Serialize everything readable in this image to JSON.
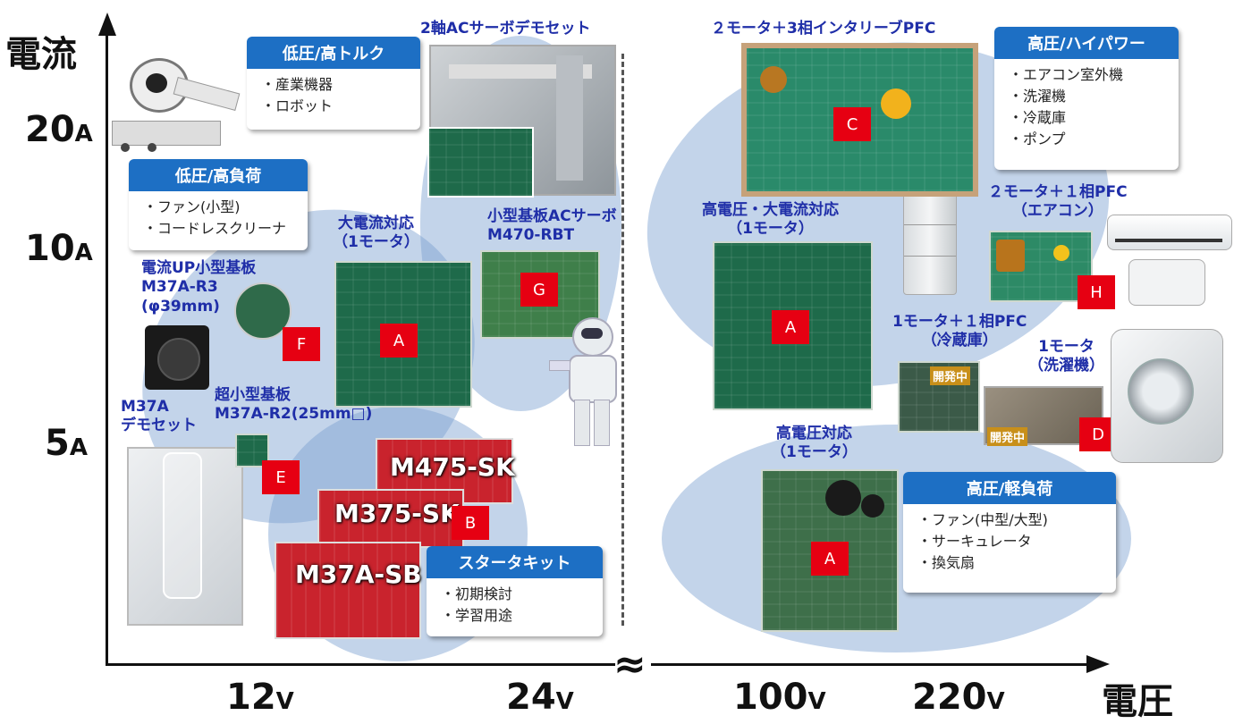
{
  "axes": {
    "y_title": "電流",
    "x_title": "電圧",
    "y_ticks": [
      {
        "num": "20",
        "unit": "A"
      },
      {
        "num": "10",
        "unit": "A"
      },
      {
        "num": "5",
        "unit": "A"
      }
    ],
    "x_ticks": [
      {
        "num": "12",
        "unit": "V"
      },
      {
        "num": "24",
        "unit": "V"
      },
      {
        "num": "100",
        "unit": "V"
      },
      {
        "num": "220",
        "unit": "V"
      }
    ]
  },
  "categories": {
    "low_high_torque": {
      "header": "低圧/高トルク",
      "items": [
        "・産業機器",
        "・ロボット"
      ]
    },
    "low_high_load": {
      "header": "低圧/高負荷",
      "items": [
        "・ファン(小型)",
        "・コードレスクリーナ"
      ]
    },
    "high_high_power": {
      "header": "高圧/ハイパワー",
      "items": [
        "・エアコン室外機",
        "・洗濯機",
        "・冷蔵庫",
        "・ポンプ"
      ]
    },
    "high_light_load": {
      "header": "高圧/軽負荷",
      "items": [
        "・ファン(中型/大型)",
        "・サーキュレータ",
        "・換気扇"
      ]
    },
    "starter_kit": {
      "header": "スタータキット",
      "items": [
        "・初期検討",
        "・学習用途"
      ]
    }
  },
  "labels": {
    "servo_demo": "2軸ACサーボデモセット",
    "two_motor_pfc3": "２モータ＋3相インタリーブPFC",
    "large_current_1": "大電流対応",
    "large_current_2": "（1モータ）",
    "small_ac_servo_1": "小型基板ACサーボ",
    "small_ac_servo_2": "M470-RBT",
    "current_up_1": "電流UP小型基板",
    "current_up_2": "M37A-R3",
    "current_up_3": "(φ39mm)",
    "m37a_demo_1": "M37A",
    "m37a_demo_2": "デモセット",
    "ultra_small_1": "超小型基板",
    "ultra_small_2": "M37A-R2(25mm□)",
    "hv_large_1": "高電圧・大電流対応",
    "hv_large_2": "（1モータ）",
    "two_motor_pfc1_1": "２モータ＋１相PFC",
    "two_motor_pfc1_2": "（エアコン）",
    "one_motor_pfc_1": "1モータ＋１相PFC",
    "one_motor_pfc_2": "（冷蔵庫）",
    "one_motor_wash_1": "1モータ",
    "one_motor_wash_2": "（洗濯機）",
    "hv_1": "高電圧対応",
    "hv_2": "（1モータ）",
    "kit_m475": "M475-SK",
    "kit_m375": "M375-SK",
    "kit_m37a": "M37A-SB",
    "dev_note": "開発中"
  },
  "badges": {
    "a": "A",
    "b": "B",
    "c": "C",
    "d": "D",
    "e": "E",
    "f": "F",
    "g": "G",
    "h": "H"
  },
  "colors": {
    "accent_blue": "#1d6fc4",
    "label_blue": "#1f2ea8",
    "badge_red": "#e60012",
    "region_blue": "#7aa0d0"
  }
}
